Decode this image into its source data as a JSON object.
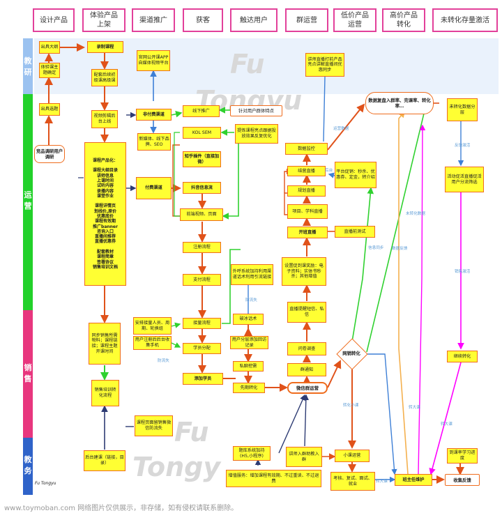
{
  "headers": [
    "设计产品",
    "体验产品上架",
    "渠道推广",
    "获客",
    "触达用户",
    "群运营",
    "低价产品运营",
    "高价产品转化",
    "未转化存量激活"
  ],
  "lanes": [
    "教研",
    "运营",
    "销售",
    "教务"
  ],
  "boxes": {
    "b1": "出具大纲",
    "b2": "体验课主题确定",
    "b3": "出具选题",
    "b4": "竞品调研用户调研",
    "b5": "录制课程",
    "b6": "配套后续初级课高级课",
    "b7": "视频剪辑后台上线",
    "b8": "课程产品化：\n\n课程大纲目录\n讲师信息\n上课时间\n试听内容\n录播内容\n课堂作业\n\n课程详情页\n划线价,原价\n优惠底价\n课程有效期\n推广banner\n咨询入口\n直播间推荐\n直播优惠券\n\n配套教材\n课程简章\n签署协议\n销售培训文档",
    "b9": "同步销售所需物料；课程链接；课程主题开课时间",
    "b10": "销售培训转化流程",
    "b11": "后台建课（链接，目录）",
    "c1": "官网公开课APP自媒体视频平台",
    "c2": "非付费渠道",
    "c3": "新媒体、线下品牌、SEO",
    "c4": "付费渠道",
    "c5": "安排接量人员、周期、轮换组",
    "c6": "用户注册后后台收集手机",
    "c7": "课程页面留销售微信防流失",
    "d1": "线下推广",
    "d2": "KOL SEM",
    "d3": "知乎插件（直接加微）",
    "d4": "抖音信息流",
    "d5": "前端视频、页面",
    "d6": "注册流程",
    "d7": "支付流程",
    "d8": "接量流程",
    "d9": "学员分配",
    "d10": "添加学员",
    "e1": "针对用户群体特点",
    "e2": "提炼课程亮点跟据投放效果反复优化",
    "e3": "外呼系统加持利用渠道话术利用引流链接",
    "e4": "破冰话术",
    "e5": "用户分层添加回访记录",
    "e6": "私聊挖需",
    "e7": "先期转化",
    "e8": "题库系统加持(H5,小程序)",
    "e9": "增值服务：增加课程有效期、不过重读、不过退费",
    "f1": "讲师直播打前产品亮点讲解直播间优惠同步",
    "f2": "数据监控",
    "f3": "结营直播",
    "f4": "规划直播",
    "f5": "项目、学科直播",
    "f6": "开班直播",
    "f7": "设置促到课奖励：电子资料；实体书秒杀；其他增值",
    "f8": "直播提醒短信、私信",
    "f9": "问卷调查",
    "f10": "群通知",
    "f11": "微信群运营",
    "f12": "讲师入群助教入群",
    "g1": "平台促销：秒杀、优惠券、定金，转介绍",
    "g2": "直播前测试",
    "g3": "网销转化",
    "g4": "小课运营",
    "g5": "考核、复试、面试、就业",
    "h1": "数据复盘入群率、完课率、转化率…",
    "h2": "班主任维护",
    "i1": "未转化数据分层",
    "i2": "活动促活直播促活用户分流筛选",
    "i3": "继续转化",
    "i4": "到课率学习进度",
    "i5": "收集反馈"
  },
  "labels": {
    "l1": "运营数据",
    "l2": "后台",
    "l3": "信息同步",
    "l4": "数据反馈",
    "l5": "未转化数据",
    "l6": "反馈激活",
    "l7": "销售激活",
    "l8": "防流失",
    "l9": "防流失",
    "l10": "转化小课",
    "l11": "转大课",
    "l12": "转大课"
  },
  "watermarks": [
    "Fu",
    "Tongyu",
    "Fu",
    "Tongy"
  ],
  "credit": "Fu Tongyu",
  "footer": "www.toymoban.com 网络图片仅供展示，非存储，如有侵权请联系删除。",
  "colors": {
    "header_border": "#e2409a",
    "lane_research": "#9bc2f0",
    "lane_ops": "#22d12a",
    "lane_sales": "#e8367e",
    "lane_teaching": "#2f63c9",
    "box_fill": "#ffff33",
    "box_border": "#ef6c1d",
    "arrow": "#e0521a"
  }
}
